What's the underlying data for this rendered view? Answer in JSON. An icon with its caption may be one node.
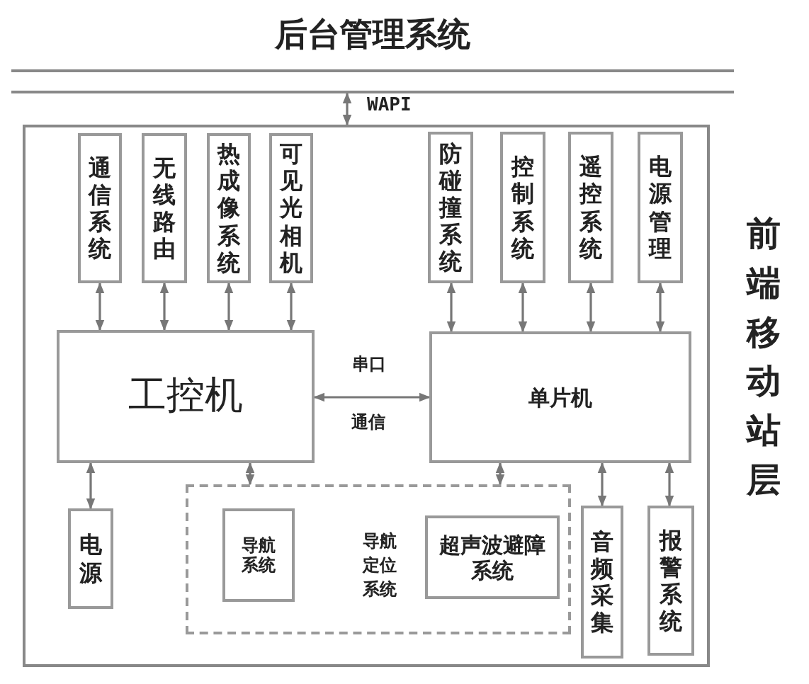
{
  "diagram": {
    "nodes": [
      {
        "text": [
          "后台管理系统"
        ]
      },
      {
        "text": [
          "前端移动站层"
        ]
      },
      {
        "text": [
          "通信系统"
        ],
        "in": 1
      },
      {
        "text": [
          "无线路由"
        ],
        "in": 1
      },
      {
        "text": [
          "热成像系统"
        ],
        "in": 1
      },
      {
        "text": [
          "可见光相机"
        ],
        "in": 1
      },
      {
        "text": [
          "防碰撞系统"
        ],
        "in": 1
      },
      {
        "text": [
          "控制系统"
        ],
        "in": 1
      },
      {
        "text": [
          "遥控系统"
        ],
        "in": 1
      },
      {
        "text": [
          "电源管理"
        ],
        "in": 1
      },
      {
        "text": [
          "工控机"
        ],
        "in": 1
      },
      {
        "text": [
          "单片机"
        ],
        "in": 1
      },
      {
        "text": [
          "电源"
        ],
        "in": 1
      },
      {
        "text": [
          "导航定位系统"
        ],
        "in": 1
      },
      {
        "text": [
          "导航系统"
        ],
        "in": 13
      },
      {
        "text": [
          "超声波避障系统"
        ],
        "in": 13
      },
      {
        "text": [
          "音频采集"
        ],
        "in": 1
      },
      {
        "text": [
          "报警系统"
        ],
        "in": 1
      }
    ],
    "edges": [
      {
        "from": 0,
        "to": 1,
        "arrow": "both",
        "label": "WAPI"
      },
      {
        "from": 2,
        "to": 10,
        "arrow": "both"
      },
      {
        "from": 3,
        "to": 10,
        "arrow": "both"
      },
      {
        "from": 4,
        "to": 10,
        "arrow": "both"
      },
      {
        "from": 5,
        "to": 10,
        "arrow": "both"
      },
      {
        "from": 6,
        "to": 11,
        "arrow": "both"
      },
      {
        "from": 7,
        "to": 11,
        "arrow": "both"
      },
      {
        "from": 8,
        "to": 11,
        "arrow": "both"
      },
      {
        "from": 9,
        "to": 11,
        "arrow": "both"
      },
      {
        "from": 10,
        "to": 11,
        "arrow": "both",
        "label": "串口"
      },
      {
        "from": 10,
        "to": 12,
        "arrow": "both"
      },
      {
        "from": 10,
        "to": 13,
        "arrow": "both"
      },
      {
        "from": 11,
        "to": 13,
        "arrow": "both"
      },
      {
        "from": 11,
        "to": 16,
        "arrow": "both"
      },
      {
        "from": 11,
        "to": 17,
        "arrow": "both"
      }
    ],
    "labels": [
      "通信"
    ]
  }
}
